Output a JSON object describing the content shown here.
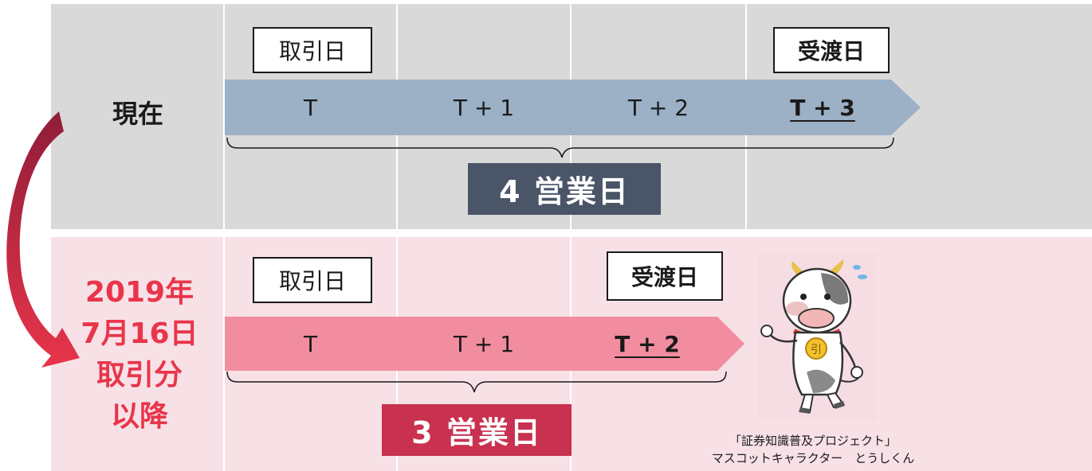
{
  "current": {
    "label": "現在",
    "trade_day_label": "取引日",
    "settlement_day_label": "受渡日",
    "days": [
      "T",
      "T + 1",
      "T + 2",
      "T + 3"
    ],
    "span_label": "4 営業日"
  },
  "future": {
    "label_lines": [
      "2019年",
      "7月16日",
      "取引分",
      "以降"
    ],
    "trade_day_label": "取引日",
    "settlement_day_label": "受渡日",
    "days": [
      "T",
      "T + 1",
      "T + 2"
    ],
    "span_label": "3 営業日"
  },
  "mascot": {
    "caption_line1": "「証券知識普及プロジェクト」",
    "caption_line2": "マスコットキャラクター　とうしくん",
    "medal_text": "引"
  },
  "colors": {
    "current_bar": "#9cb0c6",
    "future_bar": "#f28da0",
    "current_badge": "#4a5568",
    "future_badge": "#c8314f",
    "arrow": "#d63353",
    "future_label": "#e8354b"
  }
}
